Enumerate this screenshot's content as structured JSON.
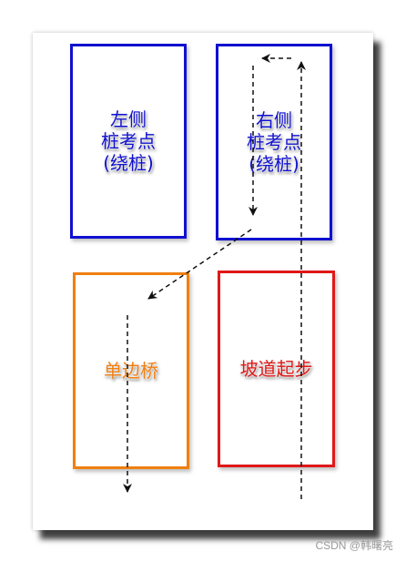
{
  "diagram": {
    "boxes": [
      {
        "id": "left-pile",
        "lines": [
          "左侧",
          "桩考点",
          "(绕桩)"
        ],
        "color": "#1010d0"
      },
      {
        "id": "right-pile",
        "lines": [
          "右侧",
          "桩考点",
          "(绕桩)"
        ],
        "color": "#1010d0"
      },
      {
        "id": "single-bridge",
        "lines": [
          "单边桥"
        ],
        "color": "#f07f10"
      },
      {
        "id": "slope-start",
        "lines": [
          "坡道起步"
        ],
        "color": "#e01818"
      }
    ]
  },
  "watermark": "CSDN @韩曙亮"
}
